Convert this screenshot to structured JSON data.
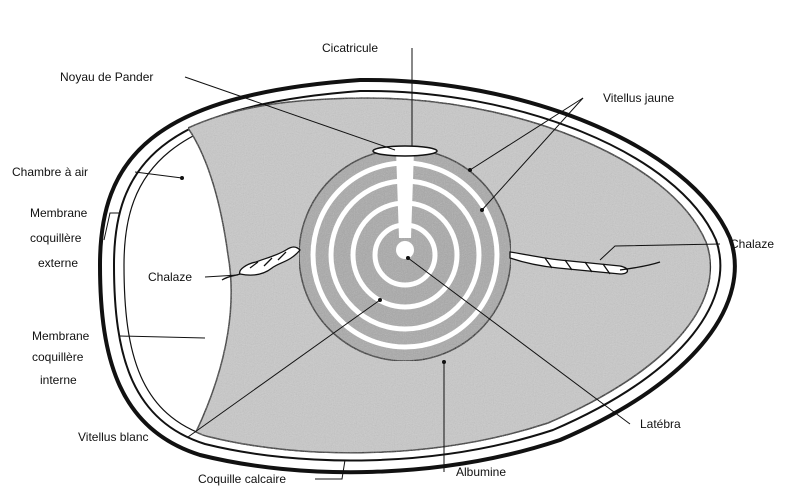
{
  "labels": {
    "cicatricule": "Cicatricule",
    "noyau_de_pander": "Noyau de Pander",
    "vitellus_jaune": "Vitellus jaune",
    "chambre_a_air": "Chambre à air",
    "membrane_externe_1": "Membrane",
    "membrane_externe_2": "coquillère",
    "membrane_externe_3": "externe",
    "chalaze_left": "Chalaze",
    "chalaze_right": "Chalaze",
    "membrane_interne_1": "Membrane",
    "membrane_interne_2": "coquillère",
    "membrane_interne_3": "interne",
    "vitellus_blanc": "Vitellus blanc",
    "latebra": "Latébra",
    "coquille_calcaire": "Coquille calcaire",
    "albumine": "Albumine"
  },
  "colors": {
    "ink": "#111111",
    "albumen": "#c9c9c9",
    "yolk": "#a9a9a9",
    "rings": "#ffffff",
    "background": "#ffffff"
  }
}
